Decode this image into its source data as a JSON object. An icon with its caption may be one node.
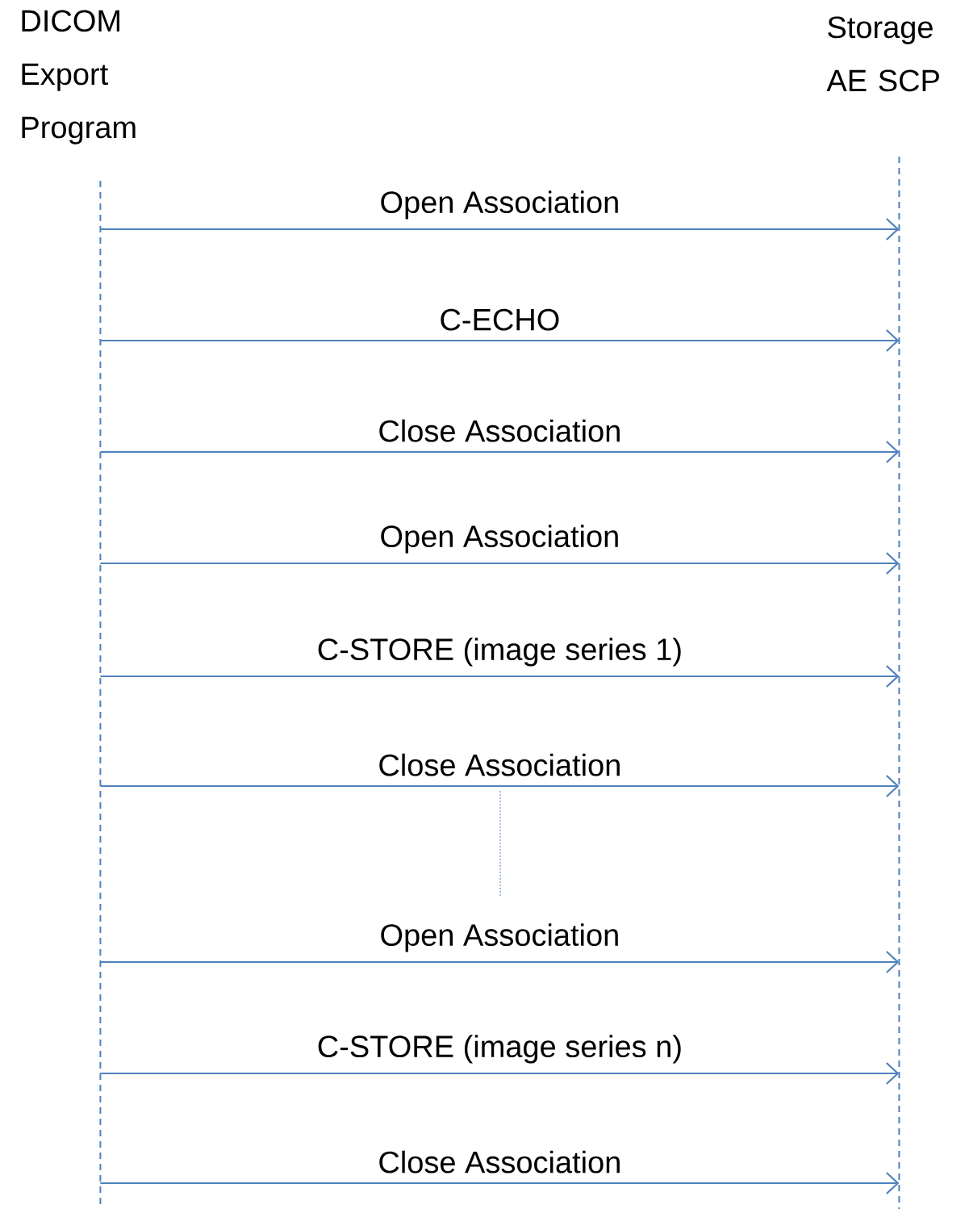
{
  "diagram": {
    "nodes": [
      {
        "text": [
          "DICOM Export Program"
        ]
      },
      {
        "text": [
          "Storage AE SCP"
        ]
      }
    ],
    "edges": [
      {
        "from": 0,
        "to": 1,
        "arrow": "to",
        "label": "Open Association"
      },
      {
        "from": 0,
        "to": 1,
        "arrow": "to",
        "label": "C-ECHO"
      },
      {
        "from": 0,
        "to": 1,
        "arrow": "to",
        "label": "Close Association"
      },
      {
        "from": 0,
        "to": 1,
        "arrow": "to",
        "label": "Open Association"
      },
      {
        "from": 0,
        "to": 1,
        "arrow": "to",
        "label": "C-STORE (image series 1)"
      },
      {
        "from": 0,
        "to": 1,
        "arrow": "to",
        "label": "Close Association"
      },
      {
        "from": 0,
        "to": 1,
        "arrow": "to",
        "label": "Open Association"
      },
      {
        "from": 0,
        "to": 1,
        "arrow": "to",
        "label": "C-STORE (image series n)"
      },
      {
        "from": 0,
        "to": 1,
        "arrow": "to",
        "label": "Close Association"
      }
    ]
  }
}
